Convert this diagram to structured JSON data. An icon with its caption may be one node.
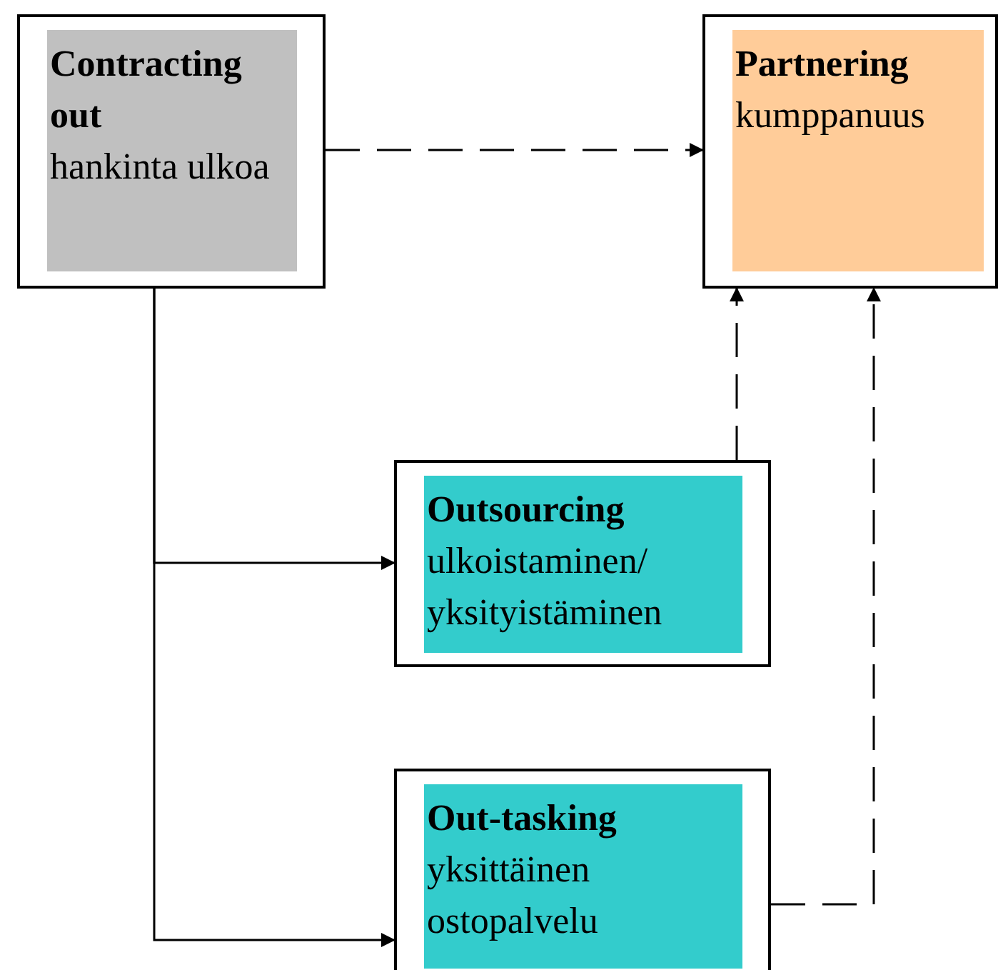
{
  "diagram": {
    "nodes": [
      {
        "text": [
          "Contracting out",
          "hankinta ulkoa"
        ]
      },
      {
        "text": [
          "Partnering",
          "kumppanuus"
        ]
      },
      {
        "text": [
          "Outsourcing",
          "ulkoistaminen/ yksityistäminen"
        ]
      },
      {
        "text": [
          "Out-tasking",
          "yksittäinen ostopalvelu"
        ]
      }
    ],
    "edges": [
      {
        "from": 0,
        "to": 1,
        "arrow": "to",
        "style": "dashed"
      },
      {
        "from": 0,
        "to": 2,
        "arrow": "to"
      },
      {
        "from": 0,
        "to": 3,
        "arrow": "to"
      },
      {
        "from": 2,
        "to": 1,
        "arrow": "to",
        "style": "dashed"
      },
      {
        "from": 3,
        "to": 1,
        "arrow": "to",
        "style": "dashed"
      }
    ]
  }
}
